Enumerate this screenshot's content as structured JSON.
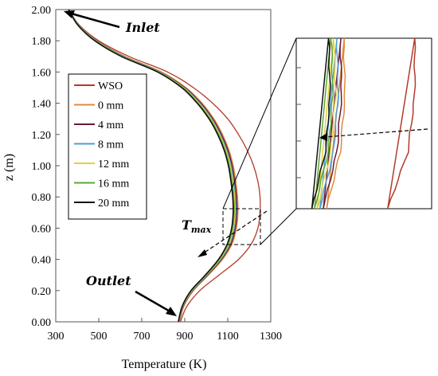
{
  "chart_data": {
    "type": "line",
    "xlabel": "Temperature (K)",
    "ylabel": "z (m)",
    "xlim": [
      300,
      1300
    ],
    "ylim": [
      0,
      2
    ],
    "xticks": [
      "300",
      "500",
      "700",
      "900",
      "1100",
      "1300"
    ],
    "yticks": [
      "0.00",
      "0.20",
      "0.40",
      "0.60",
      "0.80",
      "1.00",
      "1.20",
      "1.40",
      "1.60",
      "1.80",
      "2.00"
    ],
    "legend_position": "left-middle",
    "annotations": {
      "inlet": "Inlet",
      "outlet": "Outlet",
      "tmax": "T",
      "tmax_sub": "max"
    },
    "z": [
      2.0,
      1.9,
      1.8,
      1.7,
      1.6,
      1.5,
      1.4,
      1.3,
      1.2,
      1.1,
      1.0,
      0.9,
      0.8,
      0.7,
      0.6,
      0.5,
      0.4,
      0.3,
      0.2,
      0.1,
      0.0
    ],
    "series": [
      {
        "name": "WSO",
        "color": "#b33a2a",
        "T": [
          360,
          410,
          500,
          640,
          820,
          940,
          1030,
          1100,
          1150,
          1190,
          1220,
          1240,
          1250,
          1250,
          1240,
          1210,
          1150,
          1060,
          970,
          910,
          880
        ]
      },
      {
        "name": "0 mm",
        "color": "#e08a3c",
        "T": [
          360,
          408,
          492,
          620,
          790,
          905,
          980,
          1035,
          1075,
          1105,
          1125,
          1137,
          1145,
          1147,
          1140,
          1120,
          1075,
          1010,
          940,
          895,
          875
        ]
      },
      {
        "name": "4 mm",
        "color": "#6b1a3a",
        "T": [
          360,
          407,
          490,
          617,
          786,
          900,
          975,
          1030,
          1070,
          1100,
          1120,
          1132,
          1140,
          1142,
          1135,
          1115,
          1070,
          1006,
          937,
          893,
          874
        ]
      },
      {
        "name": "8 mm",
        "color": "#4a9fd8",
        "T": [
          360,
          406,
          488,
          614,
          783,
          896,
          970,
          1025,
          1065,
          1095,
          1115,
          1127,
          1135,
          1137,
          1130,
          1110,
          1066,
          1003,
          935,
          891,
          873
        ]
      },
      {
        "name": "12 mm",
        "color": "#e5d03a",
        "T": [
          360,
          405,
          486,
          611,
          780,
          893,
          966,
          1021,
          1061,
          1091,
          1111,
          1123,
          1131,
          1133,
          1126,
          1106,
          1063,
          1000,
          933,
          890,
          872
        ]
      },
      {
        "name": "16 mm",
        "color": "#5aa832",
        "T": [
          360,
          404,
          484,
          608,
          777,
          890,
          962,
          1017,
          1057,
          1087,
          1107,
          1119,
          1127,
          1129,
          1122,
          1102,
          1060,
          998,
          931,
          889,
          871
        ]
      },
      {
        "name": "20 mm",
        "color": "#111111",
        "T": [
          360,
          403,
          482,
          605,
          774,
          886,
          958,
          1013,
          1053,
          1083,
          1103,
          1115,
          1123,
          1125,
          1118,
          1098,
          1057,
          996,
          929,
          888,
          870
        ]
      }
    ]
  }
}
